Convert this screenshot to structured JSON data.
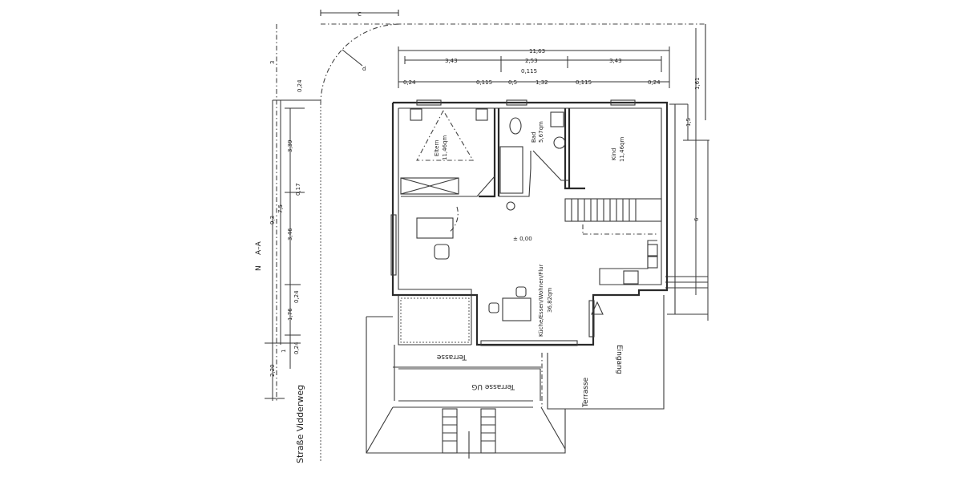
{
  "plan": {
    "street_label": "Straße Vidderweg",
    "north_label": "N",
    "section_label": "A–A",
    "top_setback_label": "c",
    "door_swing_label": "d",
    "rooms": [
      {
        "id": "eltern",
        "name": "Eltern",
        "area": "11,46qm"
      },
      {
        "id": "bad",
        "name": "Bad",
        "area": "5,67qm"
      },
      {
        "id": "kind",
        "name": "Kind",
        "area": "11,46qm"
      },
      {
        "id": "wohnen",
        "name": "Küche/Essen/Wohnen/Flur",
        "area": "36,82qm"
      }
    ],
    "level_mark": "± 0,00",
    "entrance_label": "Eingang",
    "terrace_upper_label": "Terrasse",
    "terrace_ug_label": "Terrasse UG",
    "terrace_side_label": "Terrasse",
    "dims_top": {
      "overall": "11,63",
      "seg1": "3,43",
      "seg2": "2,53",
      "seg3": "3,43",
      "sub_a": "0,24",
      "sub_b": "0,115",
      "sub_c": "0,5",
      "sub_d": "1,32",
      "sub_e": "0,115",
      "sub_f": "0,24",
      "mid_note": "0,115"
    },
    "dims_left": {
      "overall": "9,3",
      "seg_75": "7,5",
      "d024a": "0,24",
      "d339": "3,39",
      "d017": "0,17",
      "d346": "3,46",
      "d024b": "0,24",
      "d176": "1,76",
      "d1": "1",
      "d024c": "0,24",
      "d220": "2,20",
      "top_short": "3"
    },
    "dims_right": {
      "d161": "1,61",
      "d15": "1,5",
      "d6": "6"
    }
  }
}
